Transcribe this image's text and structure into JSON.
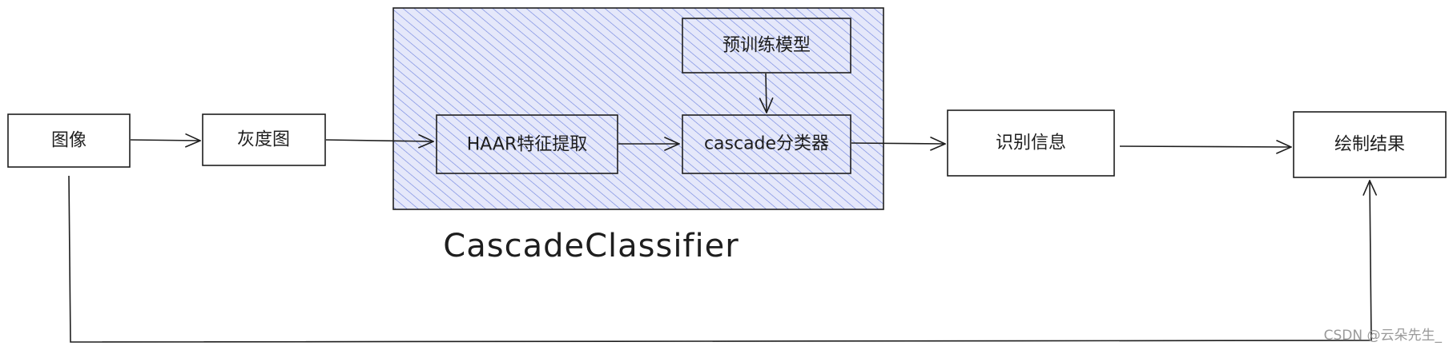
{
  "diagram": {
    "nodes": {
      "image": "图像",
      "grayscale": "灰度图",
      "haar": "HAAR特征提取",
      "pretrained": "预训练模型",
      "cascade": "cascade分类器",
      "recognition": "识别信息",
      "draw": "绘制结果"
    },
    "group_caption": "CascadeClassifier",
    "watermark": "CSDN @云朵先生_"
  },
  "colors": {
    "stroke": "#1e1e1e",
    "group_fill": "#cfd6f5",
    "group_hatch": "#4a63d6",
    "watermark": "#9a9a9a"
  }
}
